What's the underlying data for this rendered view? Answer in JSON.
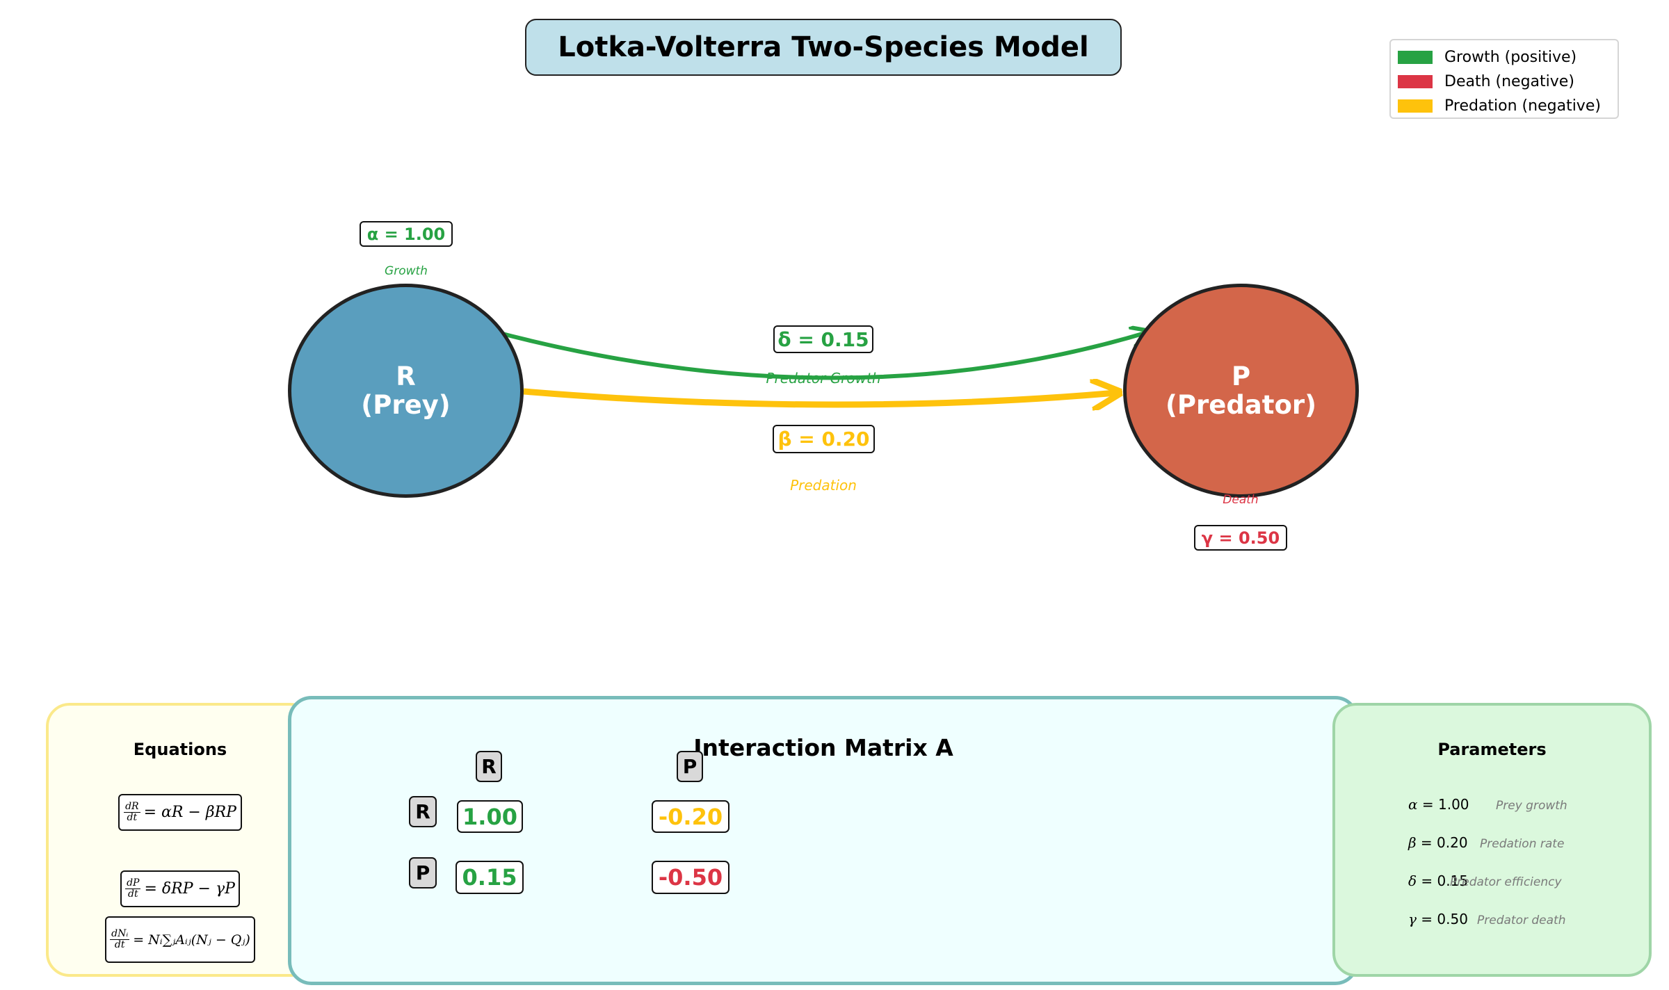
{
  "title": "Lotka-Volterra Two-Species Model",
  "colors": {
    "growth": "#27a243",
    "death": "#dc3545",
    "predation": "#fec20c",
    "prey_node": "#5a9ebe",
    "predator_node": "#d3664a"
  },
  "legend": [
    {
      "label": "Growth (positive)",
      "color": "#27a243"
    },
    {
      "label": "Death (negative)",
      "color": "#dc3545"
    },
    {
      "label": "Predation (negative)",
      "color": "#fec20c"
    }
  ],
  "nodes": {
    "prey": {
      "line1": "R",
      "line2": "(Prey)"
    },
    "predator": {
      "line1": "P",
      "line2": "(Predator)"
    }
  },
  "params": {
    "alpha": {
      "label": "α = 1.00",
      "caption": "Growth"
    },
    "delta": {
      "label": "δ = 0.15",
      "caption": "Predator Growth"
    },
    "beta": {
      "label": "β = 0.20",
      "caption": "Predation"
    },
    "gamma": {
      "label": "γ = 0.50",
      "caption": "Death"
    }
  },
  "equations_panel": {
    "title": "Equations",
    "eq1": {
      "num": "dR",
      "den": "dt",
      "rhs": "= αR − βRP"
    },
    "eq2": {
      "num": "dP",
      "den": "dt",
      "rhs": "= δRP − γP"
    },
    "eq3": {
      "num": "dNᵢ",
      "den": "dt",
      "rhs": "= Nᵢ∑ⱼAᵢⱼ(Nⱼ − Qⱼ)"
    }
  },
  "matrix_panel": {
    "title": "Interaction Matrix A",
    "col_headers": [
      "R",
      "P"
    ],
    "row_headers": [
      "R",
      "P"
    ],
    "cells": [
      [
        "1.00",
        "-0.20"
      ],
      [
        "0.15",
        "-0.50"
      ]
    ]
  },
  "parameters_panel": {
    "title": "Parameters",
    "items": [
      {
        "sym": "α",
        "value": " = 1.00",
        "desc": "Prey growth"
      },
      {
        "sym": "β",
        "value": " = 0.20",
        "desc": "Predation rate"
      },
      {
        "sym": "δ",
        "value": " = 0.15",
        "desc": "Predator efficiency"
      },
      {
        "sym": "γ",
        "value": " = 0.50",
        "desc": "Predator death"
      }
    ]
  }
}
